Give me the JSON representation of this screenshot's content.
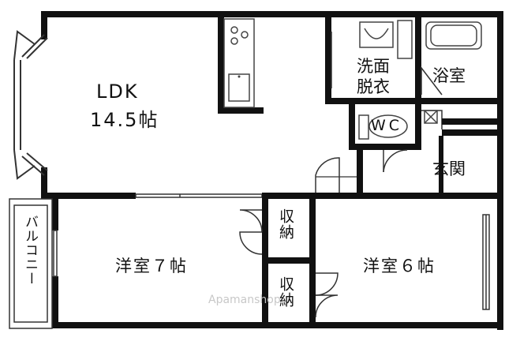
{
  "rooms": {
    "ldk_name": "LDK",
    "ldk_size": "14.5帖",
    "washroom_line1": "洗面",
    "washroom_line2": "脱衣",
    "bathroom": "浴室",
    "toilet": "WC",
    "entrance": "玄関",
    "western7": "洋室７帖",
    "western6": "洋室６帖",
    "storage_top": "収納",
    "storage_bottom": "収納",
    "balcony": "バルコニー"
  },
  "watermark": "Apamanshop",
  "colors": {
    "wall": "#111111",
    "line": "#333333",
    "fixture": "#555555"
  }
}
